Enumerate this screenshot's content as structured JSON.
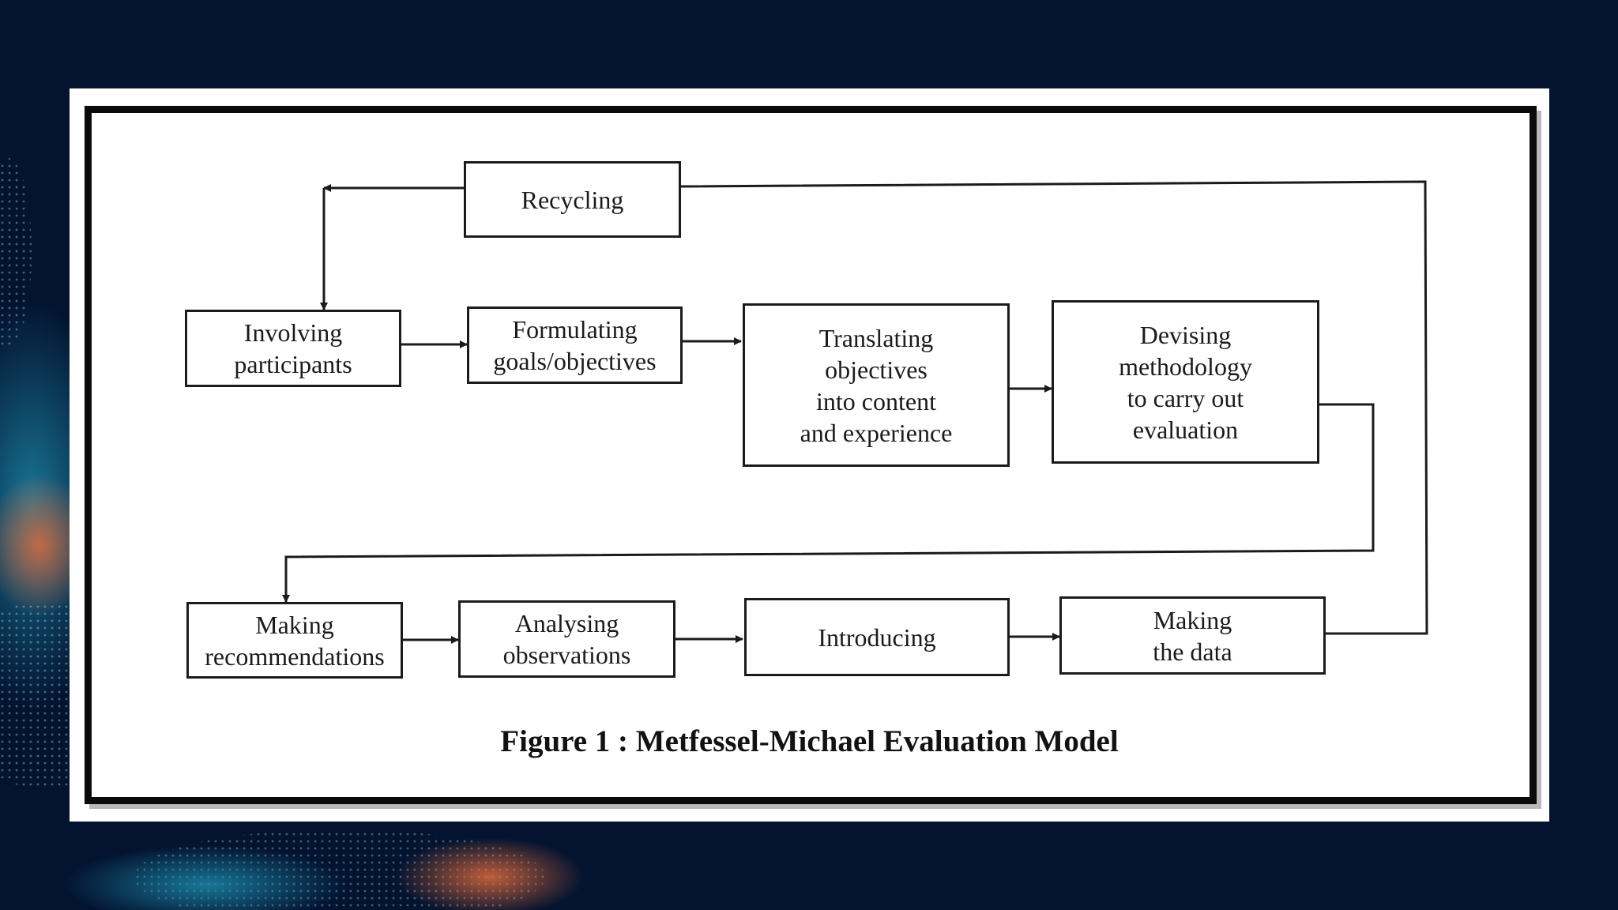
{
  "colors": {
    "background": "#031330",
    "card": "#ffffff",
    "ink": "#1b1b1b",
    "accent_teal": "#1e8fb0",
    "accent_orange": "#e06a3a"
  },
  "diagram": {
    "boxes": {
      "recycling": [
        "Recycling"
      ],
      "involving": [
        "Involving",
        "participants"
      ],
      "formulating": [
        "Formulating",
        "goals/objectives"
      ],
      "translating": [
        "Translating",
        "objectives",
        "into content",
        "and experience"
      ],
      "devising": [
        "Devising",
        "methodology",
        "to carry out",
        "evaluation"
      ],
      "making_recommendations": [
        "Making",
        "recommendations"
      ],
      "analysing": [
        "Analysing",
        "observations"
      ],
      "introducing": [
        "Introducing"
      ],
      "making_data": [
        "Making",
        "the data"
      ]
    },
    "caption": "Figure 1 : Metfessel-Michael Evaluation Model"
  }
}
